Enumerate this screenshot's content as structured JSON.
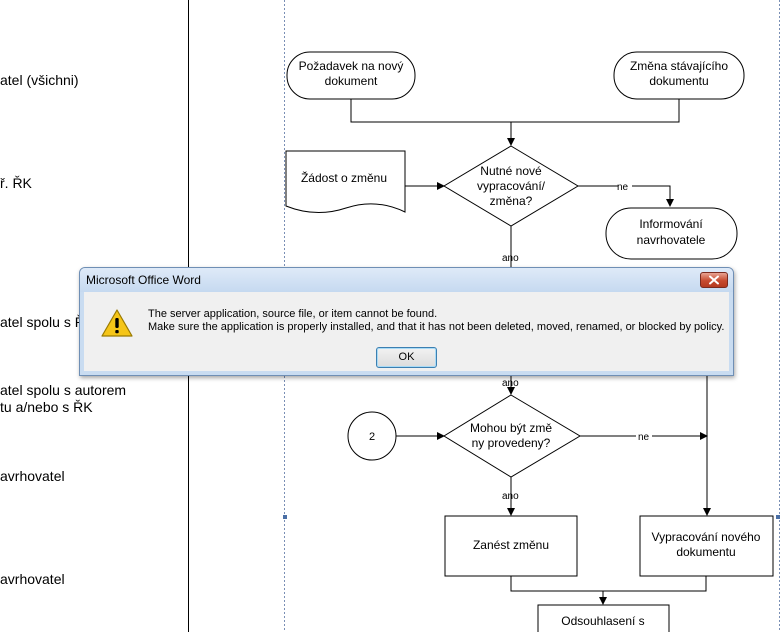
{
  "swimlane_labels": [
    "atel (všichni)",
    "ř. ŘK",
    "atel spolu s Ř",
    "atel spolu s autorem",
    "tu a/nebo s ŘK",
    "avrhovatel",
    "avrhovatel"
  ],
  "flowchart": {
    "request_new_doc": [
      "Požadavek na nový",
      "dokument"
    ],
    "change_existing_doc": [
      "Změna stávajícího",
      "dokumentu"
    ],
    "change_request": "Žádost o změnu",
    "decision_needed": [
      "Nutné nové",
      "vypracování/",
      "změna?"
    ],
    "no_label_1": "ne",
    "inform_proposer": [
      "Informování",
      "navrhovatele"
    ],
    "yes_label_1": "ano",
    "yes_label_2": "ano",
    "connector_2": "2",
    "decision_possible": [
      "Mohou být změ",
      "ny provedeny?"
    ],
    "no_label_2": "ne",
    "yes_label_3": "ano",
    "record_change": "Zanést změnu",
    "create_new_doc": [
      "Vypracování nového",
      "dokumentu"
    ],
    "approval": "Odsouhlasení s"
  },
  "dialog": {
    "title": "Microsoft Office Word",
    "icon": "warning-icon",
    "message_line1": "The server application, source file, or item cannot be found.",
    "message_line2": "Make sure the application is properly installed, and that it has not been deleted, moved, renamed, or blocked by policy.",
    "ok_label": "OK"
  }
}
